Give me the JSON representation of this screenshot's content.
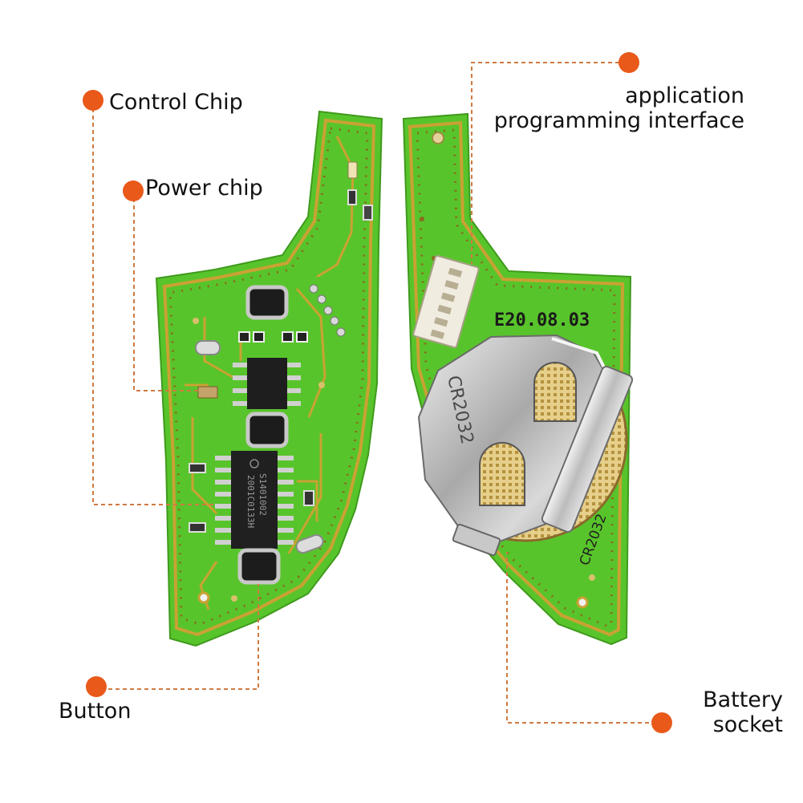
{
  "callouts": {
    "control_chip": "Control Chip",
    "power_chip": "Power chip",
    "button": "Button",
    "api_line1": "application",
    "api_line2": "programming interface",
    "battery_line1": "Battery",
    "battery_line2": "socket"
  },
  "board_markings": {
    "ic_line1": "S1401002",
    "ic_line2": "2001C0133H",
    "date_code": "E20.08.03",
    "battery_model": "CR2032",
    "coin_cell_text": "CR2032"
  },
  "colors": {
    "callout_dot": "#e8591a",
    "leader_line": "#cf7a43",
    "pcb_green": "#56c42a",
    "pcb_trace": "#c9a233",
    "chip_body": "#1e1e1e",
    "battery_metal": "#b8b8b8"
  }
}
